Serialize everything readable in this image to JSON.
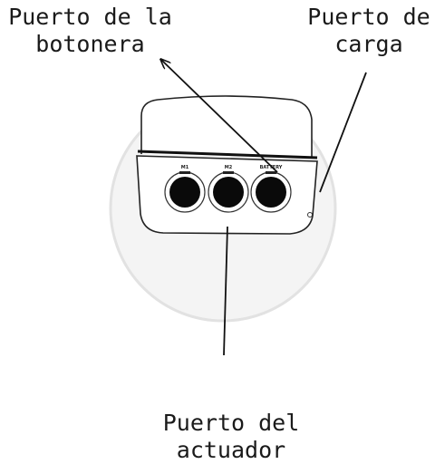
{
  "labels": {
    "keypad_port": [
      "Puerto de la",
      "botonera"
    ],
    "charge_port": [
      "Puerto de",
      "carga"
    ],
    "actuator_port": [
      "Puerto del",
      "actuador"
    ]
  },
  "ports": [
    "M1",
    "M2",
    "BATTERY"
  ],
  "colors": {
    "ink": "#1a1a1a",
    "disc": "#ececec",
    "socket": "#0a0a0a"
  }
}
